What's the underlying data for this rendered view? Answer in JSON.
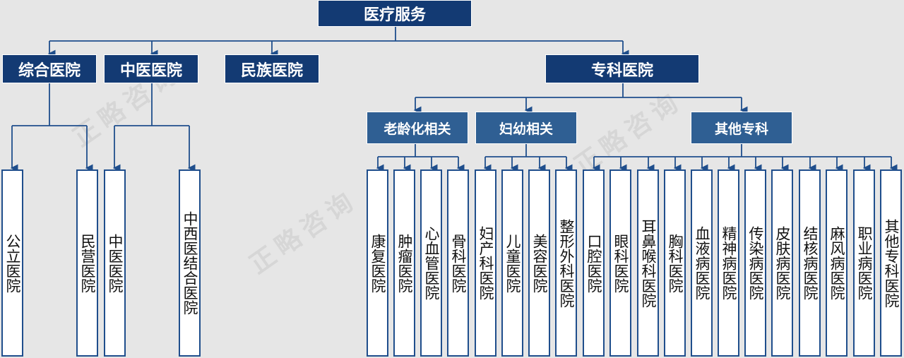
{
  "root": "医疗服务",
  "level1": {
    "general": "综合医院",
    "tcm": "中医医院",
    "ethnic": "民族医院",
    "specialty": "专科医院"
  },
  "level2": {
    "elderly": "老龄化相关",
    "women_children": "妇幼相关",
    "other": "其他专科"
  },
  "leaves": {
    "public": "公立医院",
    "private": "民营医院",
    "tcm_hospital": "中医医院",
    "integrated": "中西医结合医院",
    "rehab": "康复医院",
    "tumor": "肿瘤医院",
    "cardio": "心血管医院",
    "ortho": "骨科医院",
    "maternity": "妇产科医院",
    "children": "儿童医院",
    "cosmetic": "美容医院",
    "plastic": "整形外科医院",
    "dental": "口腔医院",
    "eye": "眼科医院",
    "ent": "耳鼻喉科医院",
    "chest": "胸科医院",
    "blood": "血液病医院",
    "mental": "精神病医院",
    "infectious": "传染病医院",
    "skin": "皮肤病医院",
    "tb": "结核病医院",
    "leprosy": "麻风病医院",
    "occupational": "职业病医院",
    "other_specialty": "其他专科医院"
  },
  "watermark": "正略咨询",
  "colors": {
    "header": "#133a73",
    "subheader": "#2f5f93",
    "line": "#1f4e8c",
    "background": "#e6e6e6"
  }
}
